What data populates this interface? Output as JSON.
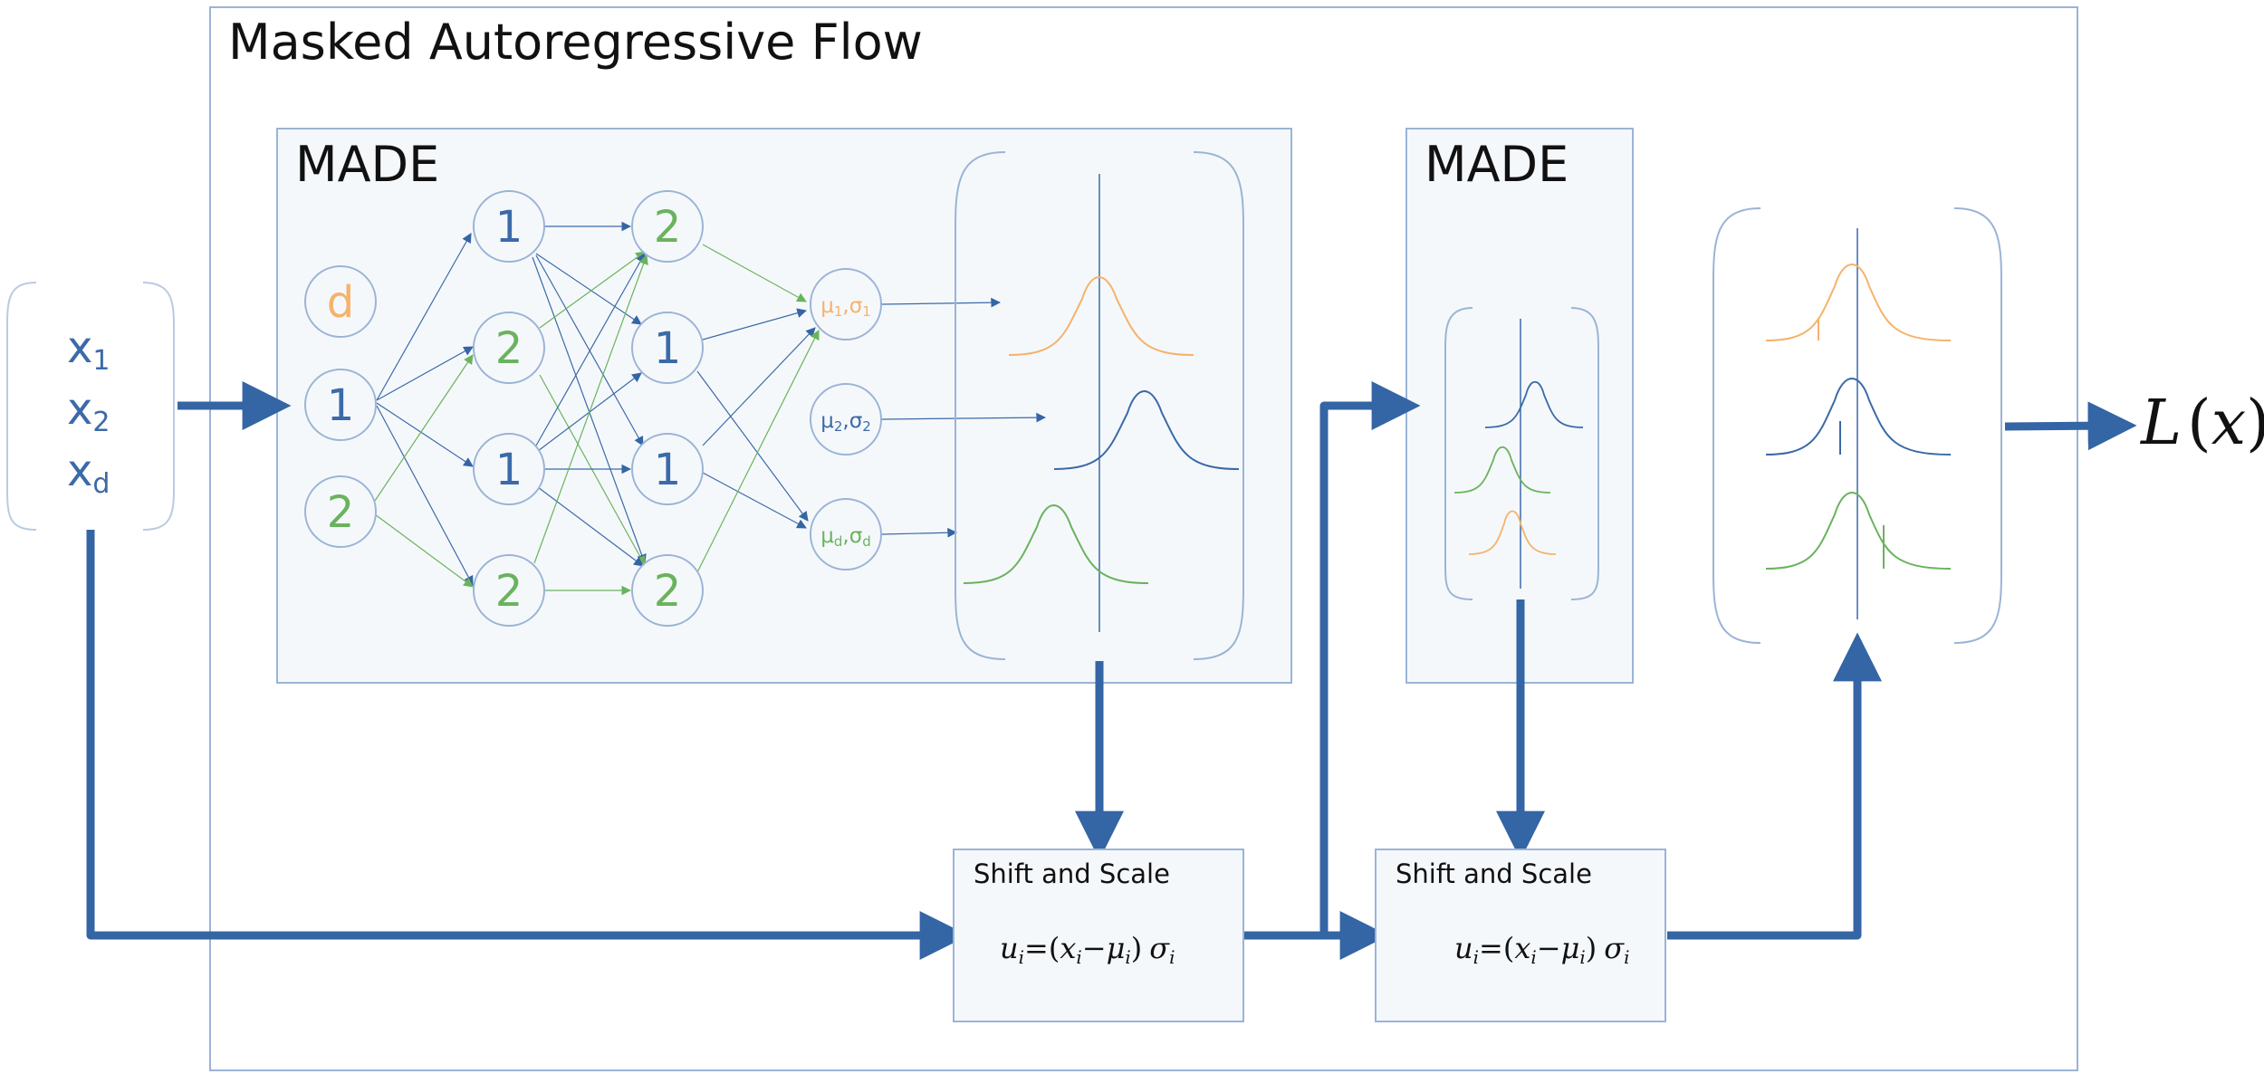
{
  "title": "Masked Autoregressive Flow",
  "made1_label": "MADE",
  "made2_label": "MADE",
  "inputs": {
    "x1": {
      "base": "x",
      "sub": "1"
    },
    "x2": {
      "base": "x",
      "sub": "2"
    },
    "xd": {
      "base": "x",
      "sub": "d"
    }
  },
  "nodes": {
    "in_d": "d",
    "in_1": "1",
    "in_2": "2",
    "h1_a": "1",
    "h1_b": "2",
    "h1_c": "1",
    "h1_d": "2",
    "h2_a": "2",
    "h2_b": "1",
    "h2_c": "1",
    "h2_d": "2"
  },
  "outputs": {
    "o1": {
      "mu": "μ",
      "mu_sub": "1",
      "sep": ",",
      "sigma": "σ",
      "sigma_sub": "1"
    },
    "o2": {
      "mu": "μ",
      "mu_sub": "2",
      "sep": ",",
      "sigma": "σ",
      "sigma_sub": "2"
    },
    "od": {
      "mu": "μ",
      "mu_sub": "d",
      "sep": ",",
      "sigma": "σ",
      "sigma_sub": "d"
    }
  },
  "shift_scale": {
    "label": "Shift and Scale",
    "formula": {
      "u": "u",
      "i": "i",
      "eq": "=(",
      "x": "x",
      "minus": "−",
      "mu": "μ",
      "close": ")",
      "sigma": "σ"
    }
  },
  "output_label": {
    "L": "L",
    "open": "(",
    "x": "x",
    "close": ")"
  },
  "colors": {
    "blue": "#3b6aa8",
    "green": "#6ab35e",
    "orange": "#f6b26b",
    "frame": "#9bb4d6",
    "panel_fill": "#f5f8fb",
    "arrow_blue": "#3465a4"
  }
}
